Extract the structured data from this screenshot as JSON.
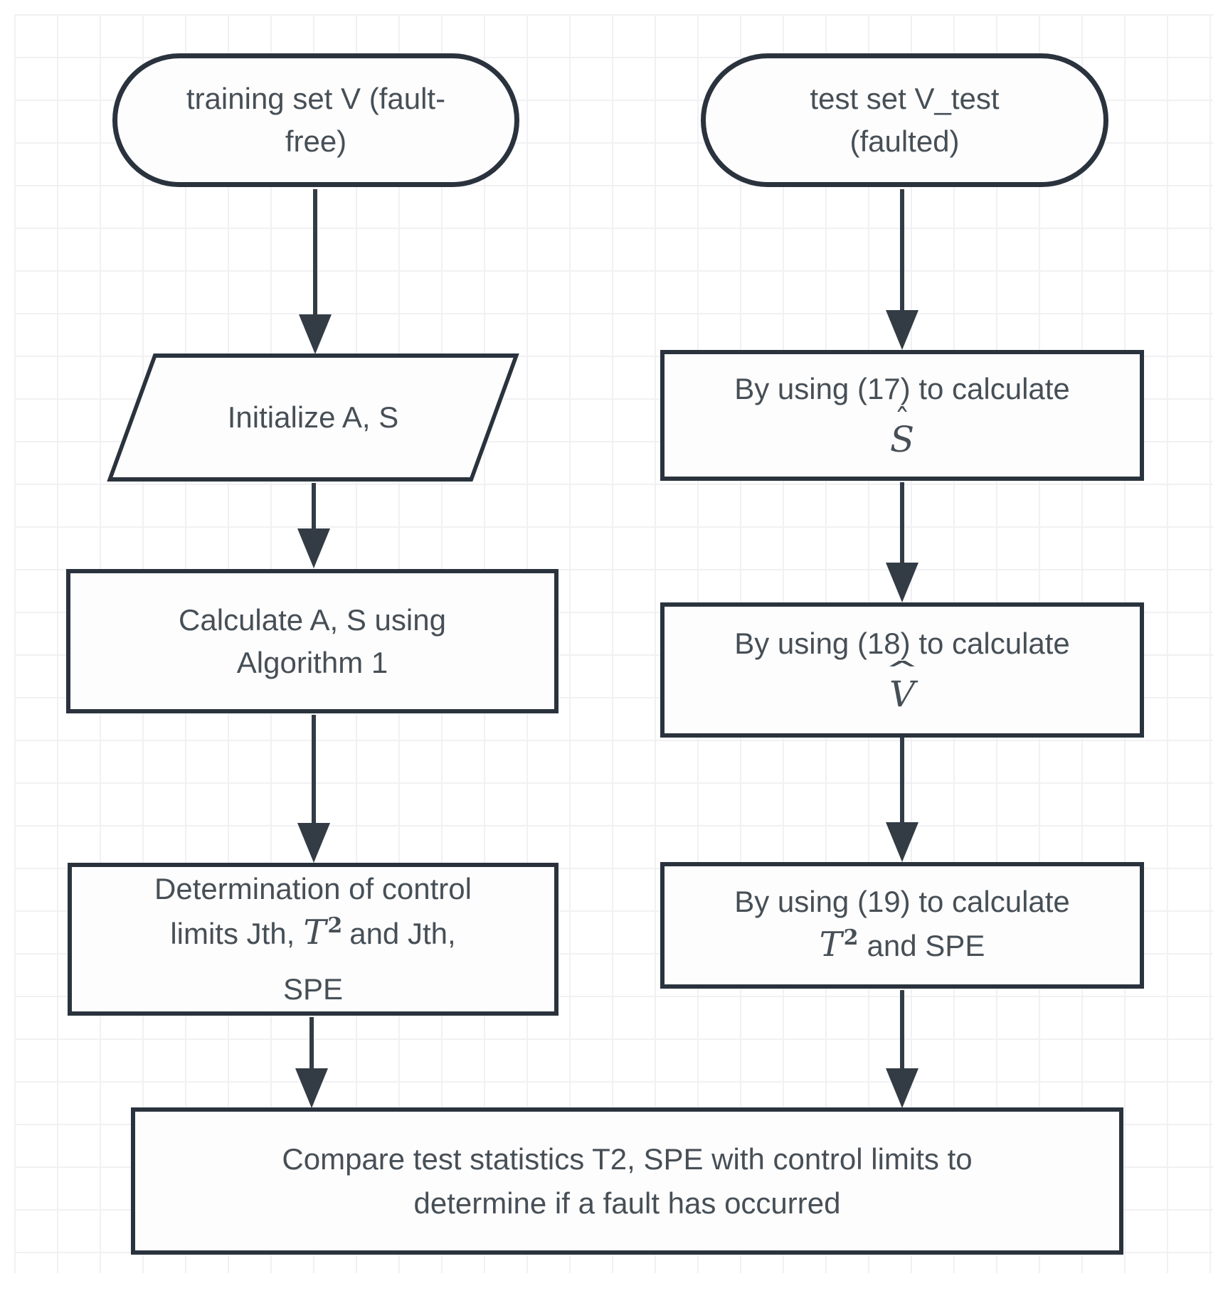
{
  "colors": {
    "border": "#2a333d",
    "arrow": "#333c45",
    "text": "#474f56",
    "grid": "#f1f1f4",
    "canvas": "#ffffff"
  },
  "nodes": {
    "training_set": {
      "line1": "training set V (fault-",
      "line2": "free)"
    },
    "test_set": {
      "line1": "test set V_test",
      "line2": "(faulted)"
    },
    "initialize": {
      "label": "Initialize A, S"
    },
    "calculate_as": {
      "line1": "Calculate A, S using",
      "line2": "Algorithm 1"
    },
    "control_limits": {
      "line1": "Determination of control",
      "line2_pre": "limits Jth,",
      "math_base": "T",
      "math_sup": "2",
      "line2_post": "and Jth,",
      "line3": "SPE"
    },
    "calc_17": {
      "line1": "By using (17) to calculate",
      "math_base": "S",
      "accent": "ˆ"
    },
    "calc_18": {
      "line1": "By using (18) to calculate",
      "math_base": "V",
      "accent": "ˆ"
    },
    "calc_19": {
      "line1": "By using (19) to calculate",
      "math_base": "T",
      "math_sup": "2",
      "tail": "and SPE"
    }
  },
  "compare": {
    "line1": "Compare test statistics T2, SPE with control limits to",
    "line2": "determine if a fault has occurred"
  }
}
